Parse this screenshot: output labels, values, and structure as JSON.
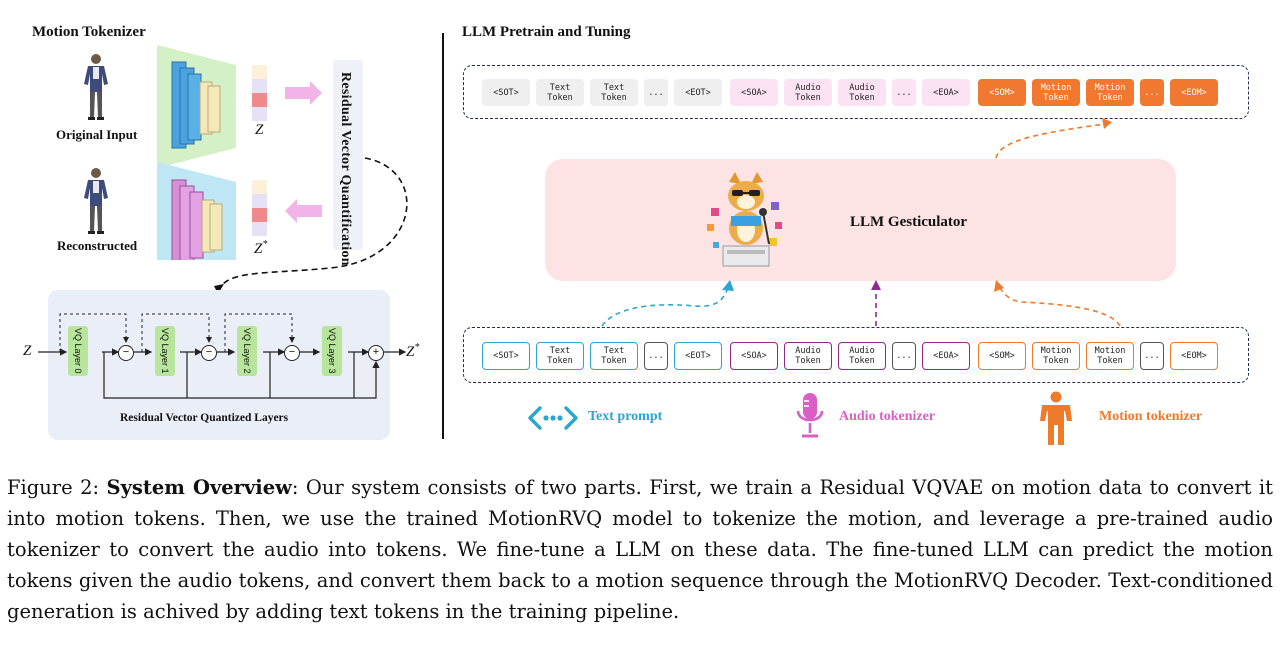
{
  "left": {
    "title": "Motion Tokenizer",
    "original_label": "Original Input",
    "reconstructed_label": "Reconstructed",
    "z_label": "Z",
    "zstar_label": "Z",
    "zstar_sup": "*",
    "rvq_label": "Residual Vector Quantification",
    "rvq_layers_label": "Residual Vector Quantized Layers",
    "input_z": "Z",
    "output_z": "Z",
    "output_sup": "*",
    "vq_layers": [
      "VQ Layer 0",
      "VQ Layer 1",
      "VQ Layer 2",
      "VQ Layer 3"
    ],
    "minus_symbol": "−",
    "plus_symbol": "+"
  },
  "right": {
    "title": "LLM Pretrain and Tuning",
    "center_label": "LLM Gesticulator",
    "top_tokens": [
      {
        "text": "<SOT>",
        "style": "gray"
      },
      {
        "text": "Text\nToken",
        "style": "gray"
      },
      {
        "text": "Text\nToken",
        "style": "gray"
      },
      {
        "text": "...",
        "style": "gray"
      },
      {
        "text": "<EOT>",
        "style": "gray"
      },
      {
        "text": "<SOA>",
        "style": "pink"
      },
      {
        "text": "Audio\nToken",
        "style": "pink"
      },
      {
        "text": "Audio\nToken",
        "style": "pink"
      },
      {
        "text": "...",
        "style": "pink"
      },
      {
        "text": "<EOA>",
        "style": "pink"
      },
      {
        "text": "<SOM>",
        "style": "orange"
      },
      {
        "text": "Motion\nToken",
        "style": "orange"
      },
      {
        "text": "Motion\nToken",
        "style": "orange"
      },
      {
        "text": "...",
        "style": "orange"
      },
      {
        "text": "<EOM>",
        "style": "orange"
      }
    ],
    "bottom_tokens": [
      {
        "text": "<SOT>",
        "style": "o-blue"
      },
      {
        "text": "Text\nToken",
        "style": "o-blue"
      },
      {
        "text": "Text\nToken",
        "style": "o-blue"
      },
      {
        "text": "...",
        "style": "o-gray"
      },
      {
        "text": "<EOT>",
        "style": "o-blue"
      },
      {
        "text": "<SOA>",
        "style": "o-purple"
      },
      {
        "text": "Audio\nToken",
        "style": "o-purple"
      },
      {
        "text": "Audio\nToken",
        "style": "o-purple"
      },
      {
        "text": "...",
        "style": "o-gray"
      },
      {
        "text": "<EOA>",
        "style": "o-purple"
      },
      {
        "text": "<SOM>",
        "style": "o-orange"
      },
      {
        "text": "Motion\nToken",
        "style": "o-orange"
      },
      {
        "text": "Motion\nToken",
        "style": "o-orange"
      },
      {
        "text": "...",
        "style": "o-gray"
      },
      {
        "text": "<EOM>",
        "style": "o-orange"
      }
    ],
    "legend": {
      "text_prompt": "Text prompt",
      "audio_tokenizer": "Audio tokenizer",
      "motion_tokenizer": "Motion tokenizer"
    }
  },
  "colors": {
    "blue": "#2aa6cf",
    "purple": "#8e2a8e",
    "audio_legend": "#d95fc6",
    "orange": "#ee7a2c",
    "llm_box": "#fde3e3",
    "encoder_bg": "#d3f0c6",
    "decoder_bg": "#bfe6f4",
    "vq_green": "#b7e59c"
  },
  "caption": {
    "prefix": "Figure 2: ",
    "bold": "System Overview",
    "body": ": Our system consists of two parts. First, we train a Residual VQVAE on motion data to convert it into motion tokens.  Then, we use the trained MotionRVQ model to tokenize the motion, and leverage a pre-trained audio tokenizer to convert the audio into tokens. We fine-tune a LLM on these data. The fine-tuned LLM can predict the motion tokens given the audio tokens, and convert them back to a motion sequence through the MotionRVQ Decoder. Text-conditioned generation is achived by adding text tokens in the training pipeline."
  }
}
